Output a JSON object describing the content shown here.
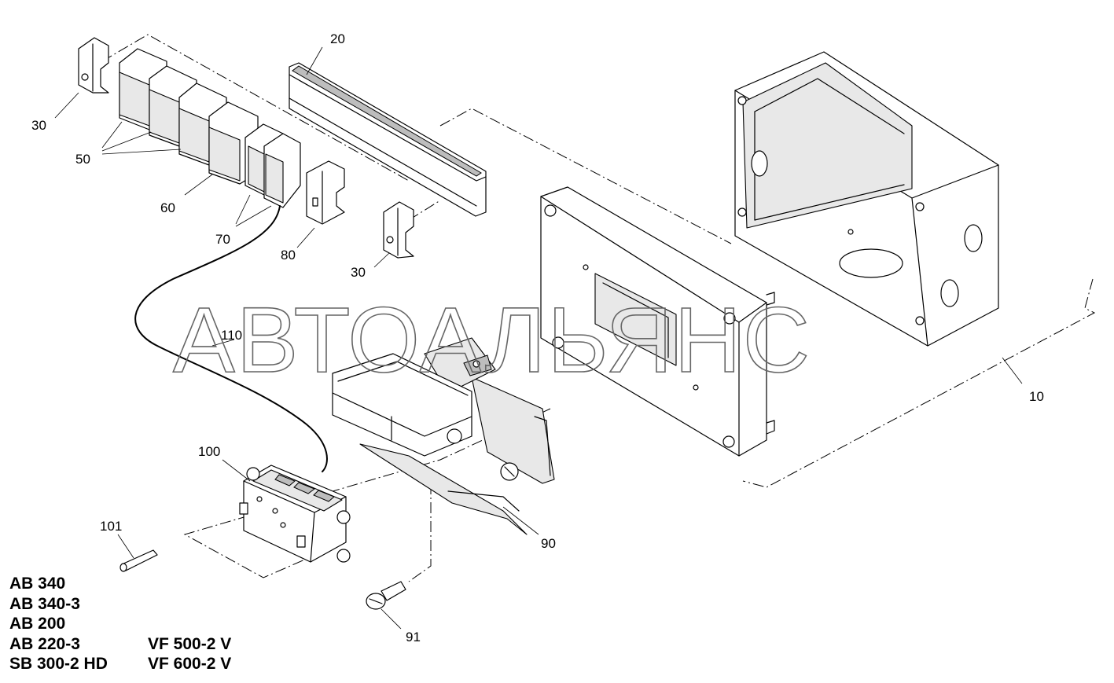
{
  "watermark": "АВТОАЛЬЯНС",
  "callouts": {
    "p10": "10",
    "p20": "20",
    "p30a": "30",
    "p30b": "30",
    "p50": "50",
    "p60": "60",
    "p70": "70",
    "p80": "80",
    "p90": "90",
    "p91": "91",
    "p100": "100",
    "p101": "101",
    "p110": "110"
  },
  "models": {
    "col1": [
      "AB 340",
      "AB 340-3",
      "AB 200",
      "AB 220-3",
      "SB 300-2 HD"
    ],
    "col2": [
      "",
      "",
      "",
      "VF 500-2 V",
      "VF 600-2 V"
    ]
  }
}
